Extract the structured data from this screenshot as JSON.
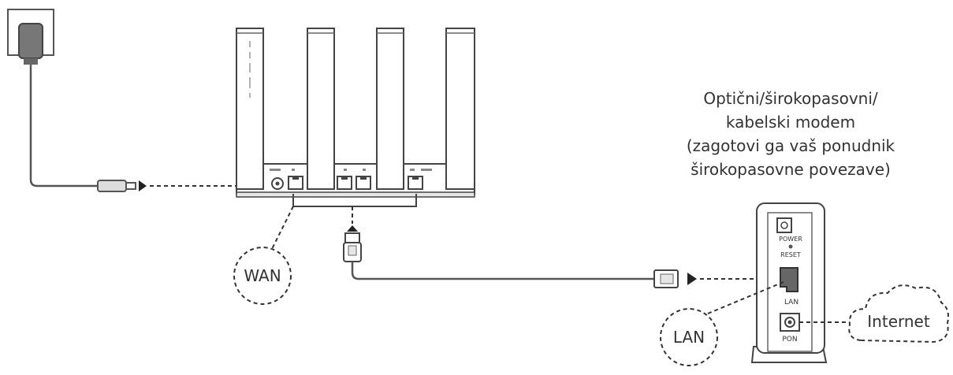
{
  "modem": {
    "caption_lines": [
      "Optični/širokopasovni/",
      "kabelski modem",
      "(zagotovi ga vaš ponudnik",
      "širokopasovne povezave)"
    ],
    "port_power": "POWER",
    "port_reset": "RESET",
    "port_lan": "LAN",
    "port_pon": "PON"
  },
  "labels": {
    "wan": "WAN",
    "lan": "LAN",
    "internet": "Internet"
  },
  "colors": {
    "line": "#333333",
    "device_outline": "#444444",
    "light_fill": "#e6e6e6"
  }
}
